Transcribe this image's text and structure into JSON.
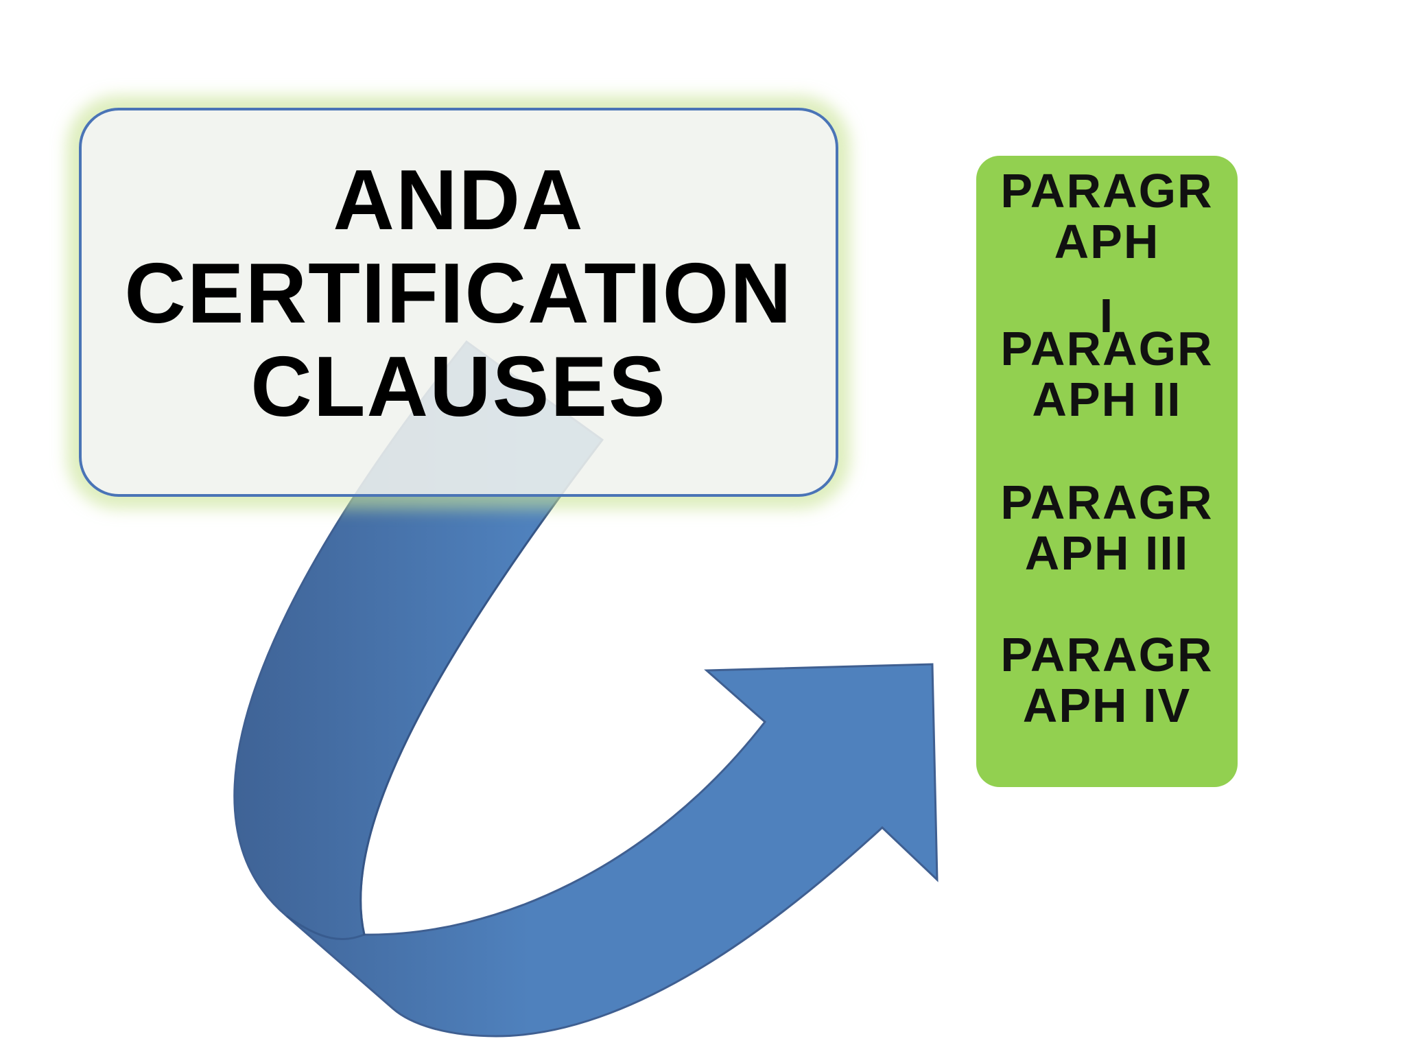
{
  "title": {
    "line1": "ANDA",
    "line2": "CERTIFICATION",
    "line3": "CLAUSES"
  },
  "paragraphs": [
    {
      "line1": "PARAGR",
      "line2": "APH",
      "line3": "I"
    },
    {
      "line1": "PARAGR",
      "line2": "APH II"
    },
    {
      "line1": "PARAGR",
      "line2": "APH III"
    },
    {
      "line1": "PARAGR",
      "line2": "APH IV"
    }
  ],
  "colors": {
    "arrow": "#4f81bd",
    "arrow_shadow": "#3f5f91",
    "panel": "#92d050",
    "title_border": "#4a74b6"
  }
}
